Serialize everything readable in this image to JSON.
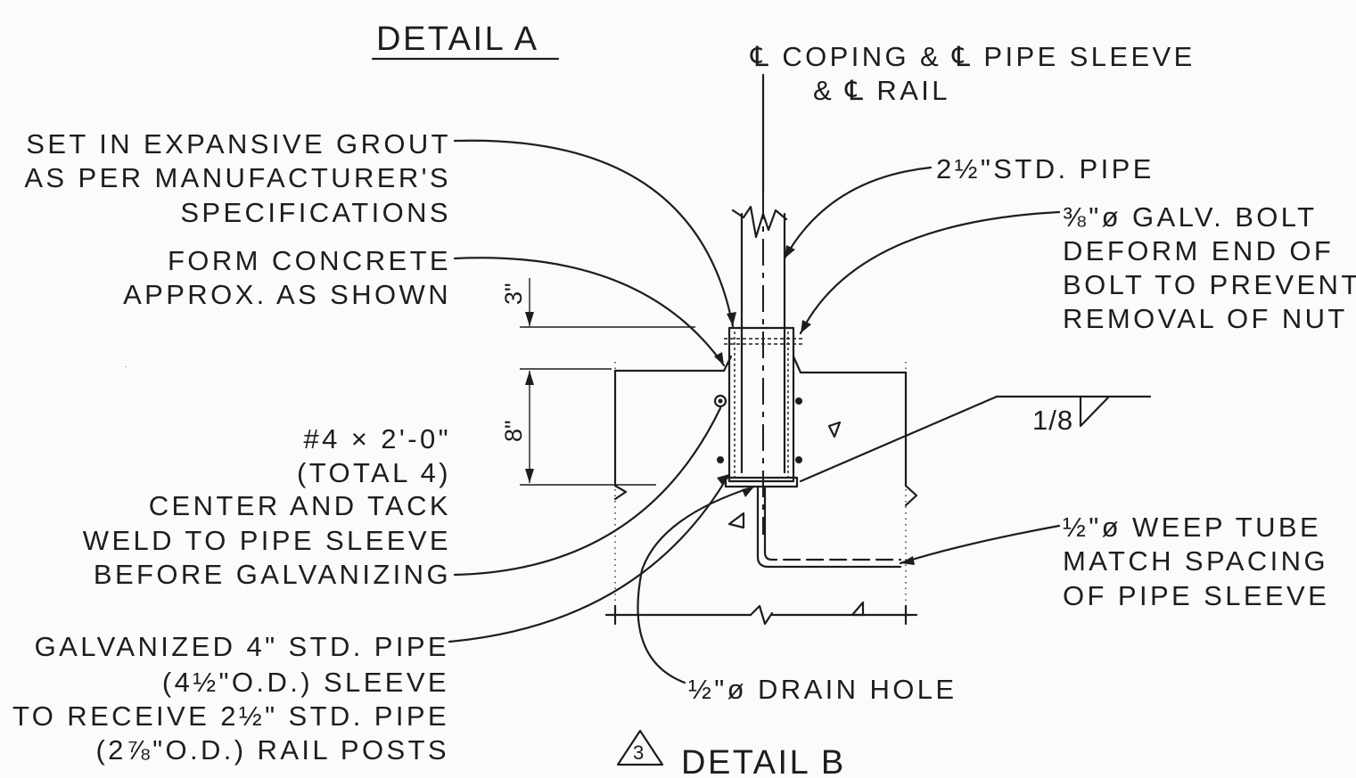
{
  "title_a": "DETAIL A",
  "title_b": "DETAIL B",
  "revision_mark": "3",
  "centerline_line1": "℄ COPING & ℄ PIPE SLEEVE",
  "centerline_line2": "& ℄ RAIL",
  "left_notes": {
    "grout": [
      "SET IN EXPANSIVE GROUT",
      "AS PER MANUFACTURER'S",
      "SPECIFICATIONS"
    ],
    "concrete": [
      "FORM CONCRETE",
      "APPROX. AS SHOWN"
    ],
    "rebar": [
      "#4 × 2'-0\"",
      "(TOTAL 4)",
      "CENTER AND TACK",
      "WELD TO PIPE SLEEVE",
      "BEFORE GALVANIZING"
    ],
    "sleeve": [
      "GALVANIZED 4\" STD. PIPE",
      "(4½\"O.D.) SLEEVE",
      "TO RECEIVE 2½\" STD. PIPE",
      "(2⅞\"O.D.) RAIL POSTS"
    ]
  },
  "right_notes": {
    "pipe": "2½\"STD. PIPE",
    "bolt": [
      "⅜\"ø GALV. BOLT",
      "DEFORM END OF",
      "BOLT TO PREVENT",
      "REMOVAL OF NUT"
    ],
    "weld": "1/8",
    "weep": [
      "½\"ø WEEP TUBE",
      "MATCH SPACING",
      "OF PIPE SLEEVE"
    ],
    "drain": "½\"ø DRAIN HOLE"
  },
  "dimensions": {
    "top": "3\"",
    "depth": "8\""
  }
}
